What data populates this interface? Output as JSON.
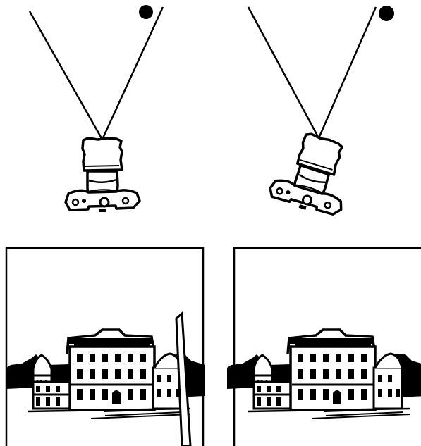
{
  "figure": {
    "ink_color": "#000000",
    "paper_color": "#ffffff",
    "panels": [
      {
        "id": "left-camera",
        "depicts": "camera-upright-with-sun",
        "camera_tilt_deg": 0
      },
      {
        "id": "right-camera",
        "depicts": "camera-tilted-with-sun",
        "camera_tilt_deg": 18
      },
      {
        "id": "left-photo",
        "depicts": "building-photo-with-tilted-pole"
      },
      {
        "id": "right-photo",
        "depicts": "building-photo-without-pole"
      }
    ]
  }
}
